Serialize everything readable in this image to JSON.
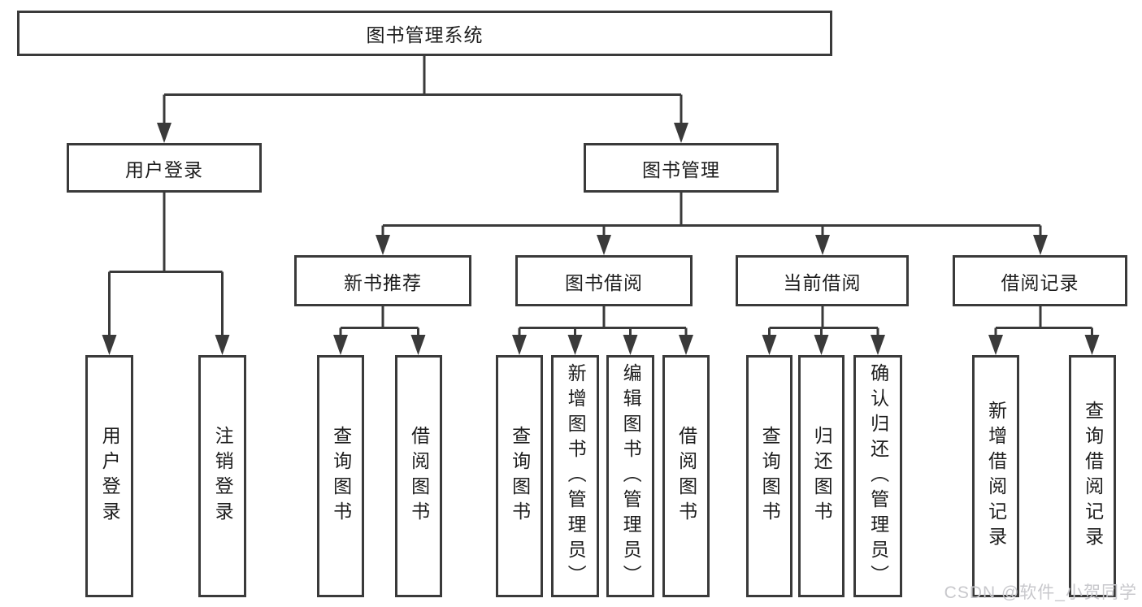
{
  "diagram": {
    "title": "图书管理系统",
    "branches": {
      "user_login": {
        "label": "用户登录",
        "children": [
          "用户登录",
          "注销登录"
        ]
      },
      "book_mgmt": {
        "label": "图书管理",
        "children": [
          {
            "label": "新书推荐",
            "children": [
              "查询图书",
              "借阅图书"
            ]
          },
          {
            "label": "图书借阅",
            "children": [
              "查询图书",
              "新增图书（管理员）",
              "编辑图书（管理员）",
              "借阅图书"
            ]
          },
          {
            "label": "当前借阅",
            "children": [
              "查询图书",
              "归还图书",
              "确认归还（管理员）"
            ]
          },
          {
            "label": "借阅记录",
            "children": [
              "新增借阅记录",
              "查询借阅记录"
            ]
          }
        ]
      }
    }
  },
  "watermark": "CSDN @软件_小贺同学",
  "colors": {
    "line": "#3a3a3a",
    "text": "#1d1d1d",
    "watermark": "#c8c8cc",
    "background": "#ffffff"
  }
}
